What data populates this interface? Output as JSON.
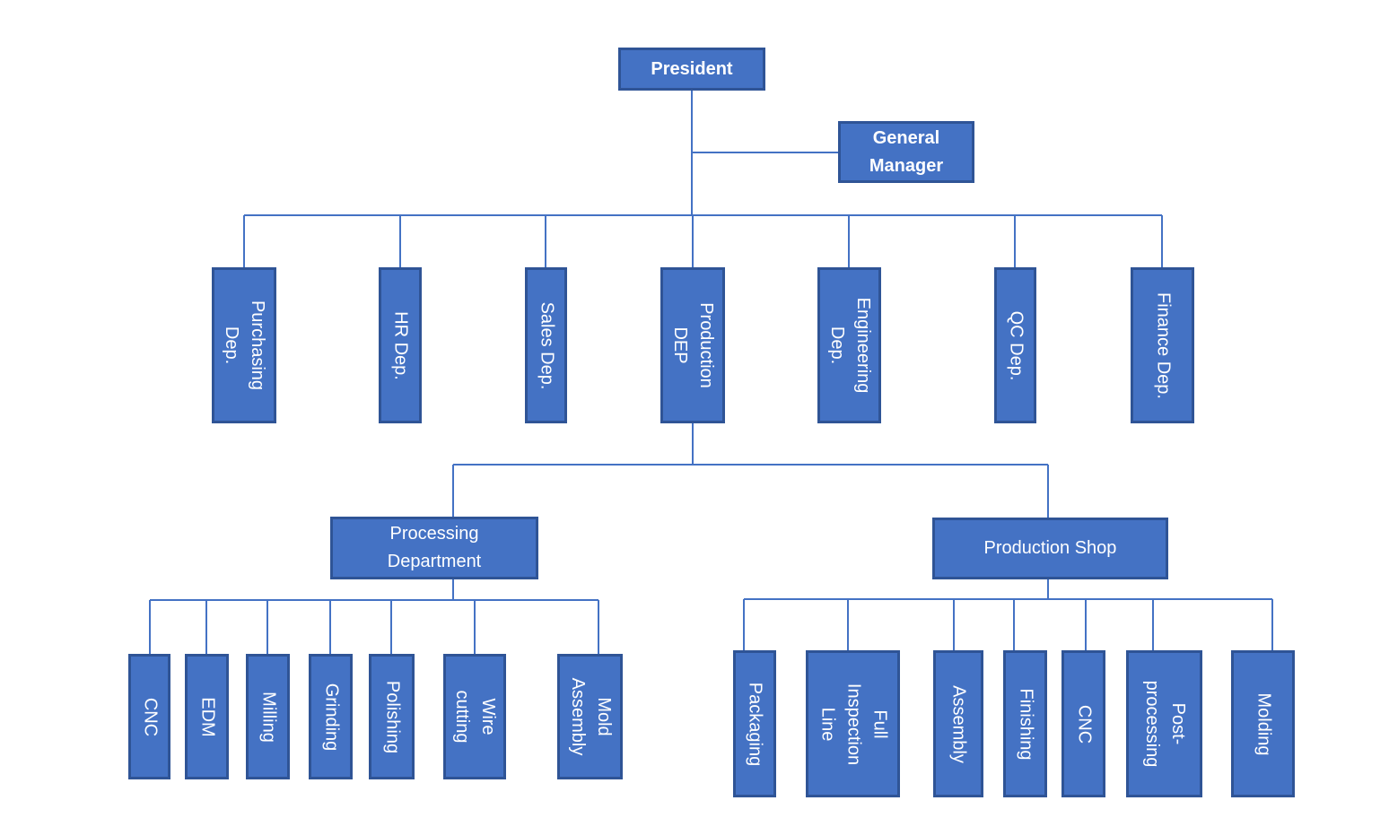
{
  "colors": {
    "node_fill": "#4472C4",
    "node_border": "#2F5496",
    "connector": "#4472C4",
    "text": "#FFFFFF"
  },
  "nodes": {
    "president": {
      "label": "President"
    },
    "general_manager": {
      "label": "General\nManager"
    },
    "level2": [
      {
        "label": "Purchasing\nDep."
      },
      {
        "label": "HR Dep."
      },
      {
        "label": "Sales Dep."
      },
      {
        "label": "Production\nDEP"
      },
      {
        "label": "Engineering\nDep."
      },
      {
        "label": "QC Dep."
      },
      {
        "label": "Finance Dep."
      }
    ],
    "processing_department": {
      "label": "Processing\nDepartment"
    },
    "production_shop": {
      "label": "Production Shop"
    },
    "processing_children": [
      {
        "label": "CNC"
      },
      {
        "label": "EDM"
      },
      {
        "label": "Milling"
      },
      {
        "label": "Grinding"
      },
      {
        "label": "Polishing"
      },
      {
        "label": "Wire\ncutting"
      },
      {
        "label": "Mold\nAssembly"
      }
    ],
    "production_children": [
      {
        "label": "Packaging"
      },
      {
        "label": "Full\nInspection\nLine"
      },
      {
        "label": "Assembly"
      },
      {
        "label": "Finishing"
      },
      {
        "label": "CNC"
      },
      {
        "label": "Post-\nprocessing"
      },
      {
        "label": "Molding"
      }
    ]
  }
}
